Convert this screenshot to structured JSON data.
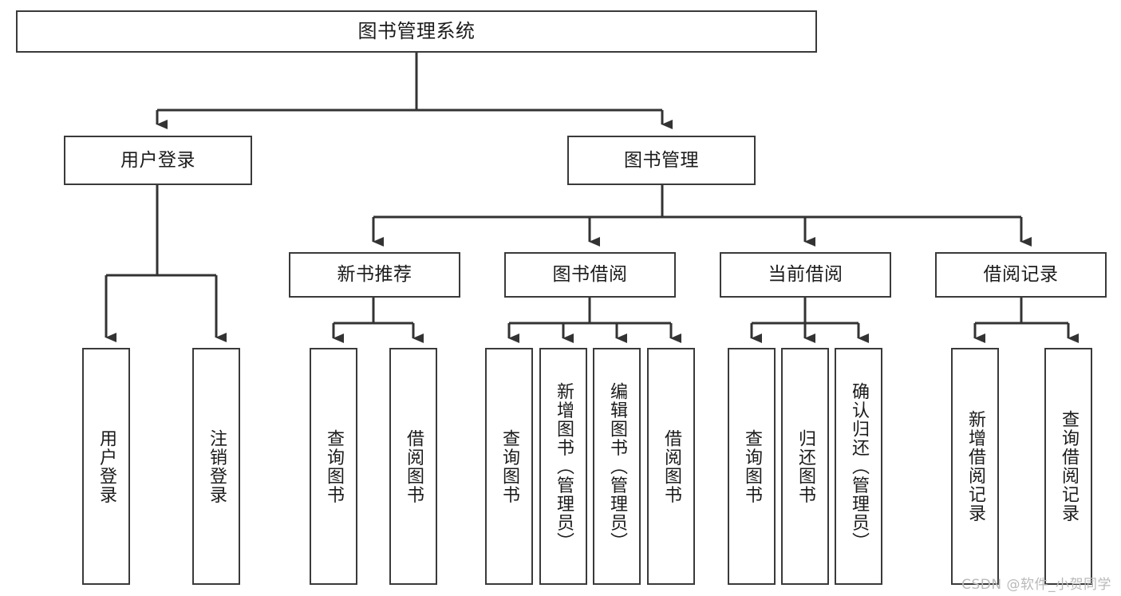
{
  "diagram": {
    "title": "图书管理系统",
    "type": "tree-hierarchy-chart",
    "watermark": "CSDN @软件_小贺同学",
    "colors": {
      "box_border": "#3a3a3a",
      "box_fill": "#ffffff",
      "connector": "#333333",
      "text": "#1b1b1b",
      "watermark": "#b9b9b9",
      "background": "#ffffff"
    },
    "levels": {
      "root": "图书管理系统",
      "level1": [
        "用户登录",
        "图书管理"
      ],
      "level2": [
        "新书推荐",
        "图书借阅",
        "当前借阅",
        "借阅记录"
      ],
      "leaves": [
        "用户登录",
        "注销登录",
        "查询图书",
        "借阅图书",
        "查询图书",
        "新增图书（管理员）",
        "编辑图书（管理员）",
        "借阅图书",
        "查询图书",
        "归还图书",
        "确认归还（管理员）",
        "新增借阅记录",
        "查询借阅记录"
      ]
    },
    "nodes": {
      "root": {
        "label": "图书管理系统"
      },
      "user_login": {
        "label": "用户登录"
      },
      "book_manage": {
        "label": "图书管理"
      },
      "new_book_rec": {
        "label": "新书推荐"
      },
      "book_borrow": {
        "label": "图书借阅"
      },
      "current_borrow": {
        "label": "当前借阅"
      },
      "borrow_record": {
        "label": "借阅记录"
      },
      "leaf_user_login": {
        "label": "用户登录"
      },
      "leaf_logout": {
        "label": "注销登录"
      },
      "leaf_query_book_1": {
        "label": "查询图书"
      },
      "leaf_borrow_book_1": {
        "label": "借阅图书"
      },
      "leaf_query_book_2": {
        "label": "查询图书"
      },
      "leaf_add_book": {
        "label": "新增图书（管理员）"
      },
      "leaf_edit_book": {
        "label": "编辑图书（管理员）"
      },
      "leaf_borrow_book_2": {
        "label": "借阅图书"
      },
      "leaf_query_book_3": {
        "label": "查询图书"
      },
      "leaf_return_book": {
        "label": "归还图书"
      },
      "leaf_confirm_return": {
        "label": "确认归还（管理员）"
      },
      "leaf_add_record": {
        "label": "新增借阅记录"
      },
      "leaf_query_record": {
        "label": "查询借阅记录"
      }
    }
  }
}
